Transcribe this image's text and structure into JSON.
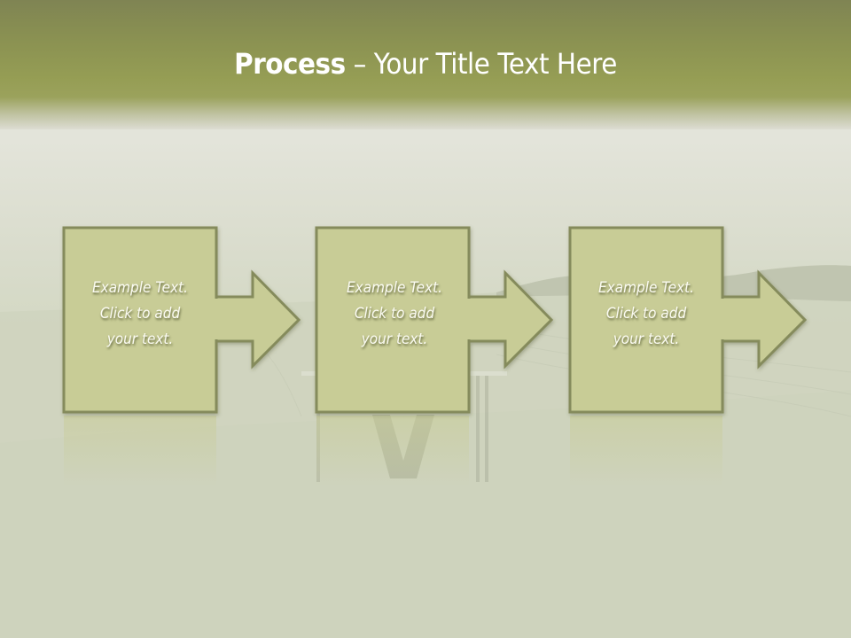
{
  "slide": {
    "title_bold": "Process",
    "title_rest": " – Your Title Text Here",
    "colors": {
      "header_top": "#7f8453",
      "header_mid": "#959d54",
      "shape_fill": "#c8cc96",
      "shape_border": "#858b5c",
      "text": "#ffffff"
    }
  },
  "process": {
    "steps": [
      {
        "line1": "Example Text.",
        "line2": "Click  to add",
        "line3": "your text."
      },
      {
        "line1": "Example Text.",
        "line2": "Click  to add",
        "line3": "your text."
      },
      {
        "line1": "Example Text.",
        "line2": "Click  to add",
        "line3": "your text."
      }
    ],
    "connector": "right-arrow-icon"
  }
}
